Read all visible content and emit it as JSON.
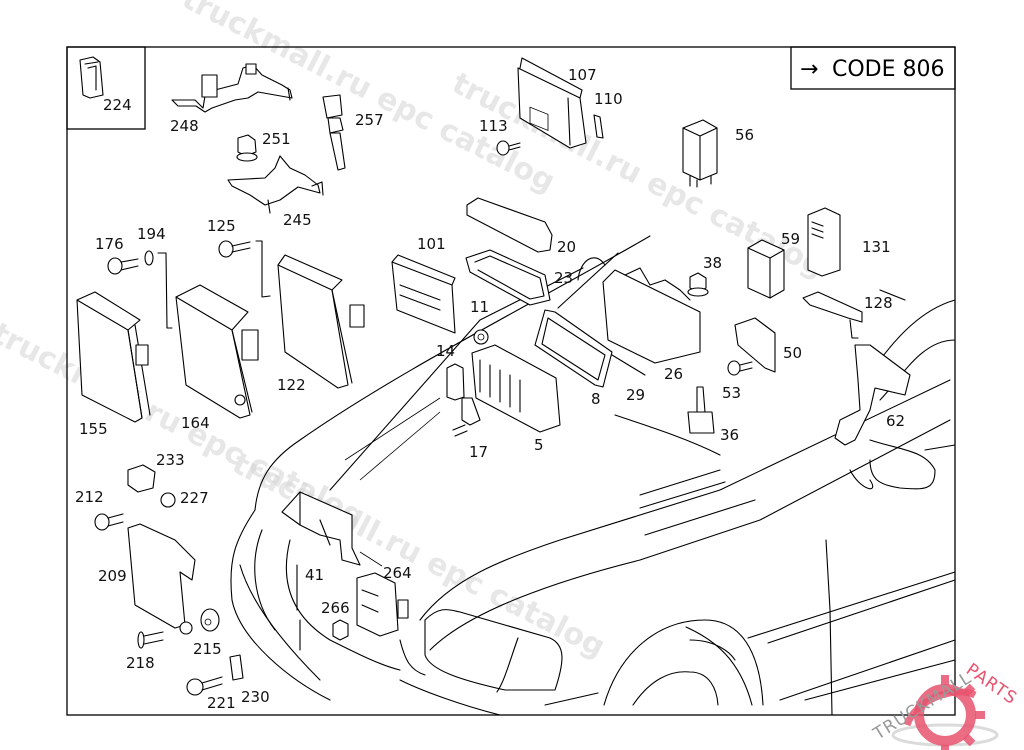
{
  "diagram": {
    "title_box": {
      "arrow": "→",
      "label": "CODE 806"
    },
    "callouts": {
      "p224": "224",
      "p248": "248",
      "p257": "257",
      "p251": "251",
      "p245": "245",
      "p107": "107",
      "p110": "110",
      "p113": "113",
      "p56": "56",
      "p176": "176",
      "p194": "194",
      "p125": "125",
      "p101": "101",
      "p20": "20",
      "p23": "23",
      "p38": "38",
      "p59": "59",
      "p131": "131",
      "p128": "128",
      "p11": "11",
      "p14": "14",
      "p155": "155",
      "p164": "164",
      "p122": "122",
      "p8": "8",
      "p29": "29",
      "p26": "26",
      "p53": "53",
      "p50": "50",
      "p17": "17",
      "p5": "5",
      "p36": "36",
      "p62": "62",
      "p233": "233",
      "p227": "227",
      "p212": "212",
      "p209": "209",
      "p41": "41",
      "p264": "264",
      "p266": "266",
      "p218": "218",
      "p215": "215",
      "p221": "221",
      "p230": "230"
    },
    "watermarks": [
      "truckmall.ru epc catalog",
      "truckmall.ru epc catalog",
      "truckmall.ru epc catalog",
      "truckmall.ru epc catalog"
    ],
    "logo": {
      "text1": "TRUCKMALL",
      "text2": "PARTS",
      "accent_color": "#e8536f",
      "gray_color": "#9a9a9a"
    }
  }
}
